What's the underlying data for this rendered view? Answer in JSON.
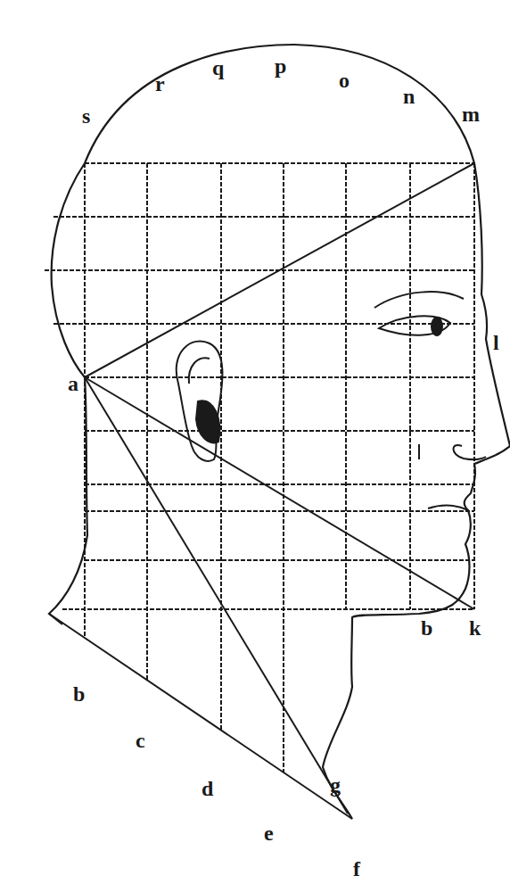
{
  "diagram": {
    "labels": [
      "s",
      "r",
      "q",
      "p",
      "o",
      "n",
      "m",
      "l",
      "a",
      "b",
      "k",
      "b",
      "c",
      "d",
      "e",
      "f",
      "g"
    ]
  }
}
